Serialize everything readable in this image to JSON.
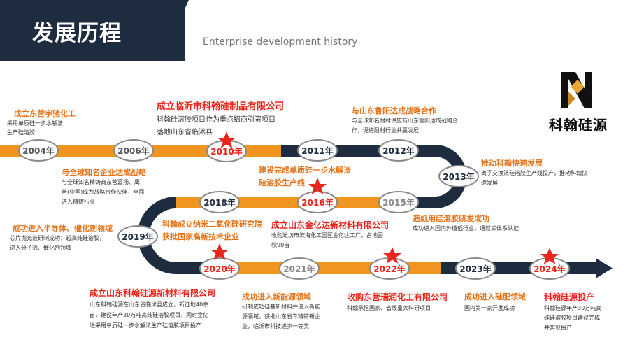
{
  "header": {
    "title": "发展历程",
    "subtitle": "Enterprise development history"
  },
  "logo": {
    "name": "科翰硅源"
  },
  "colors": {
    "navy": "#1d2c3e",
    "orange": "#ef9520",
    "red": "#e8261d",
    "org_text": "#e5731a"
  },
  "years": {
    "y2004": "2004年",
    "y2006": "2006年",
    "y2010": "2010年",
    "y2011": "2011年",
    "y2012": "2012年",
    "y2013": "2013年",
    "y2015": "2015年",
    "y2016": "2016年",
    "y2018": "2018年",
    "y2019": "2019年",
    "y2020": "2020年",
    "y2021": "2021年",
    "y2022": "2022年",
    "y2023": "2023年",
    "y2024": "2024年"
  },
  "events": {
    "e2004": {
      "title": "成立东营宇驰化工",
      "desc1": "采用单质硅一步水解法",
      "desc2": "生产硅溶胶"
    },
    "e2010": {
      "title": "成立临沂市科翰硅制品有限公司",
      "desc1": "科翰硅溶胶项目作为重点招商引资项目",
      "desc2": "落地山东省临沭县"
    },
    "e2012": {
      "title": "与山东鲁阳达成战略合作",
      "desc1": "与全球知名耐材供应商山东鲁阳达成战略合",
      "desc2": "作，促进耐材行业共赢发展"
    },
    "e2013": {
      "title": "推动科翰快速发展",
      "desc1": "离子交换法硅溶胶生产线投产，推动科翰快",
      "desc2": "速发展"
    },
    "e2006": {
      "title": "与全球知名企业达成战略",
      "desc1": "与全球知名精铸商东营嘉扬、鹰",
      "desc2": "普(中国)成为战略合作伙伴，全面",
      "desc3": "进入精铸行业"
    },
    "e2016": {
      "title1": "建设完成单质硅一步水解法",
      "title2": "硅溶胶生产线"
    },
    "e2015": {
      "title": "造纸用硅溶胶研发成功",
      "desc1": "成功进入国内外造纸行业，通过三体系认证"
    },
    "e2019": {
      "title": "成功进入半导体、催化剂领域",
      "desc1": "芯片抛光液研制成功；超高纯硅溶胶，",
      "desc2": "进入分子筛、催化剂领域"
    },
    "e2018": {
      "title1": "科翰成立纳米二氧化硅研究院",
      "title2": "获批国家高新技术企业"
    },
    "e2017": {
      "title": "成立山东金亿达新材料有限公司",
      "desc1": "收购潍坊市滨海化工园区金亿达工厂，占地面",
      "desc2": "积90亩"
    },
    "e2020": {
      "title": "成立山东科翰硅源新材料有限公司",
      "desc1": "山东科翰硅源在山东省临沭县成立，新征地40余",
      "desc2": "亩，建设年产30万吨高纯硅溶胶项目，同时金亿",
      "desc3": "达采用单质硅一步水解法生产硅溶胶项目投产"
    },
    "e2021": {
      "title": "成功进入新能源领域",
      "desc1": "研制成功硅基新材料并进入新能",
      "desc2": "源领域，获批山东省专精特新企",
      "desc3": "业，临沂市科技进步一等奖"
    },
    "e2022": {
      "title": "收购东营瑞润化工有限公司",
      "desc1": "科翰承担国家、省级重大科研项目"
    },
    "e2023": {
      "title": "成功进入硅肥领域",
      "desc1": "国内第一家开发成功"
    },
    "e2024": {
      "title": "科翰硅源投产",
      "desc1": "科翰硅源年产30万吨高",
      "desc2": "纯硅溶胶项目建设完成",
      "desc3": "并实现投产"
    }
  }
}
